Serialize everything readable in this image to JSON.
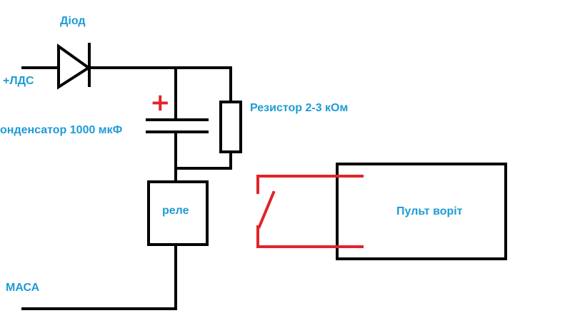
{
  "colors": {
    "wire": "#000000",
    "label": "#1f9bd6",
    "contact": "#e0242a"
  },
  "labels": {
    "diode": "Діод",
    "supply": "+ЛДС",
    "capacitor": "онденсатор 1000 мкФ",
    "capacitor_polarity": "+",
    "resistor": "Резистор 2-3 кОм",
    "relay": "реле",
    "ground": "МАСА",
    "gate_remote": "Пульт воріт"
  }
}
